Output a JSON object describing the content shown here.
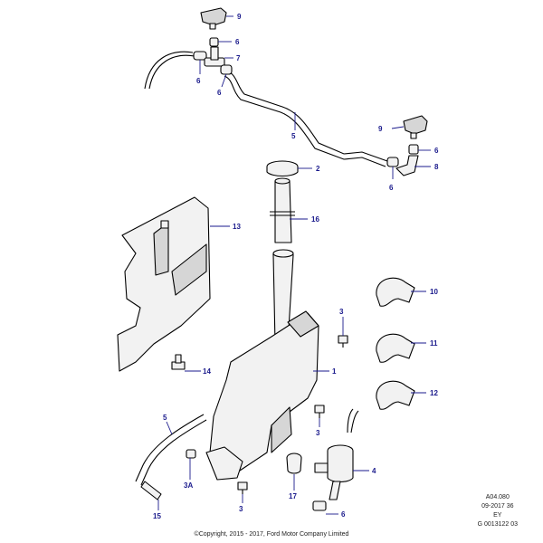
{
  "callouts": {
    "c9a": "9",
    "c6a": "6",
    "c7": "7",
    "c6b": "6",
    "c6c": "6",
    "c5a": "5",
    "c9b": "9",
    "c6d": "6",
    "c8": "8",
    "c6e": "6",
    "c2": "2",
    "c16": "16",
    "c13": "13",
    "c10": "10",
    "c11": "11",
    "c12": "12",
    "c3a": "3",
    "c1": "1",
    "c14": "14",
    "c3b": "3",
    "c5b": "5",
    "c4": "4",
    "c3A": "3A",
    "c17": "17",
    "c15": "15",
    "c6f": "6"
  },
  "reference": {
    "code": "A04.080",
    "date": "09-2017 36",
    "market": "EY",
    "number": "G 0013122 03"
  },
  "copyright": "©Copyright, 2015 - 2017, Ford Motor Company Limited",
  "colors": {
    "callout": "#1a1a8c",
    "line": "#000000",
    "fill": "#f2f2f2"
  }
}
